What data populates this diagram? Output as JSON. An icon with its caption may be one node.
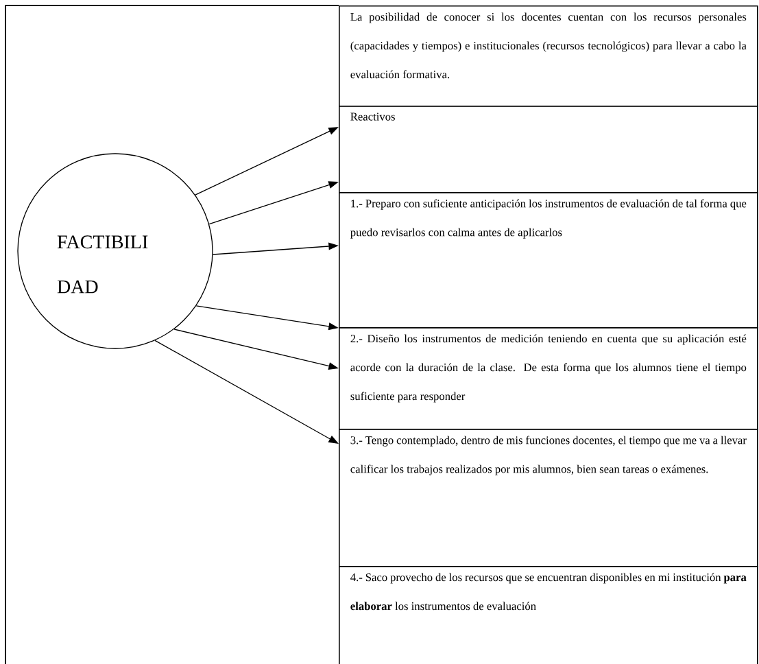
{
  "diagram": {
    "nodes": [
      {
        "text": [
          "FACTIBILI DAD"
        ]
      },
      {
        "text": [
          "La posibilidad de conocer si los docentes cuentan con los recursos personales (capacidades y tiempos) e institucionales (recursos tecnológicos) para llevar a cabo la evaluación formativa."
        ]
      },
      {
        "text": [
          "Reactivos"
        ]
      },
      {
        "text": [
          "1.- Preparo con suficiente anticipación los instrumentos de evaluación de tal forma que puedo revisarlos con calma antes de aplicarlos"
        ]
      },
      {
        "text": [
          "2.- Diseño los instrumentos de medición teniendo en cuenta que su aplicación esté acorde con la duración de la clase. De esta forma que los alumnos tiene el tiempo suficiente para responder"
        ]
      },
      {
        "text": [
          "3.- Tengo contemplado, dentro de mis funciones docentes, el tiempo que me va a llevar calificar los trabajos realizados por mis alumnos, bien sean tareas o exámenes."
        ]
      },
      {
        "text": [
          "4.- Saco provecho de los recursos que se encuentran disponibles en mi institución **para elaborar** los instrumentos de evaluación"
        ]
      }
    ],
    "edges": [
      {
        "from": 0,
        "to": 2,
        "arrow": "to"
      },
      {
        "from": 0,
        "to": 2,
        "arrow": "to"
      },
      {
        "from": 0,
        "to": 3,
        "arrow": "to"
      },
      {
        "from": 0,
        "to": 4,
        "arrow": "to"
      },
      {
        "from": 0,
        "to": 4,
        "arrow": "to"
      },
      {
        "from": 0,
        "to": 5,
        "arrow": "to"
      }
    ]
  }
}
